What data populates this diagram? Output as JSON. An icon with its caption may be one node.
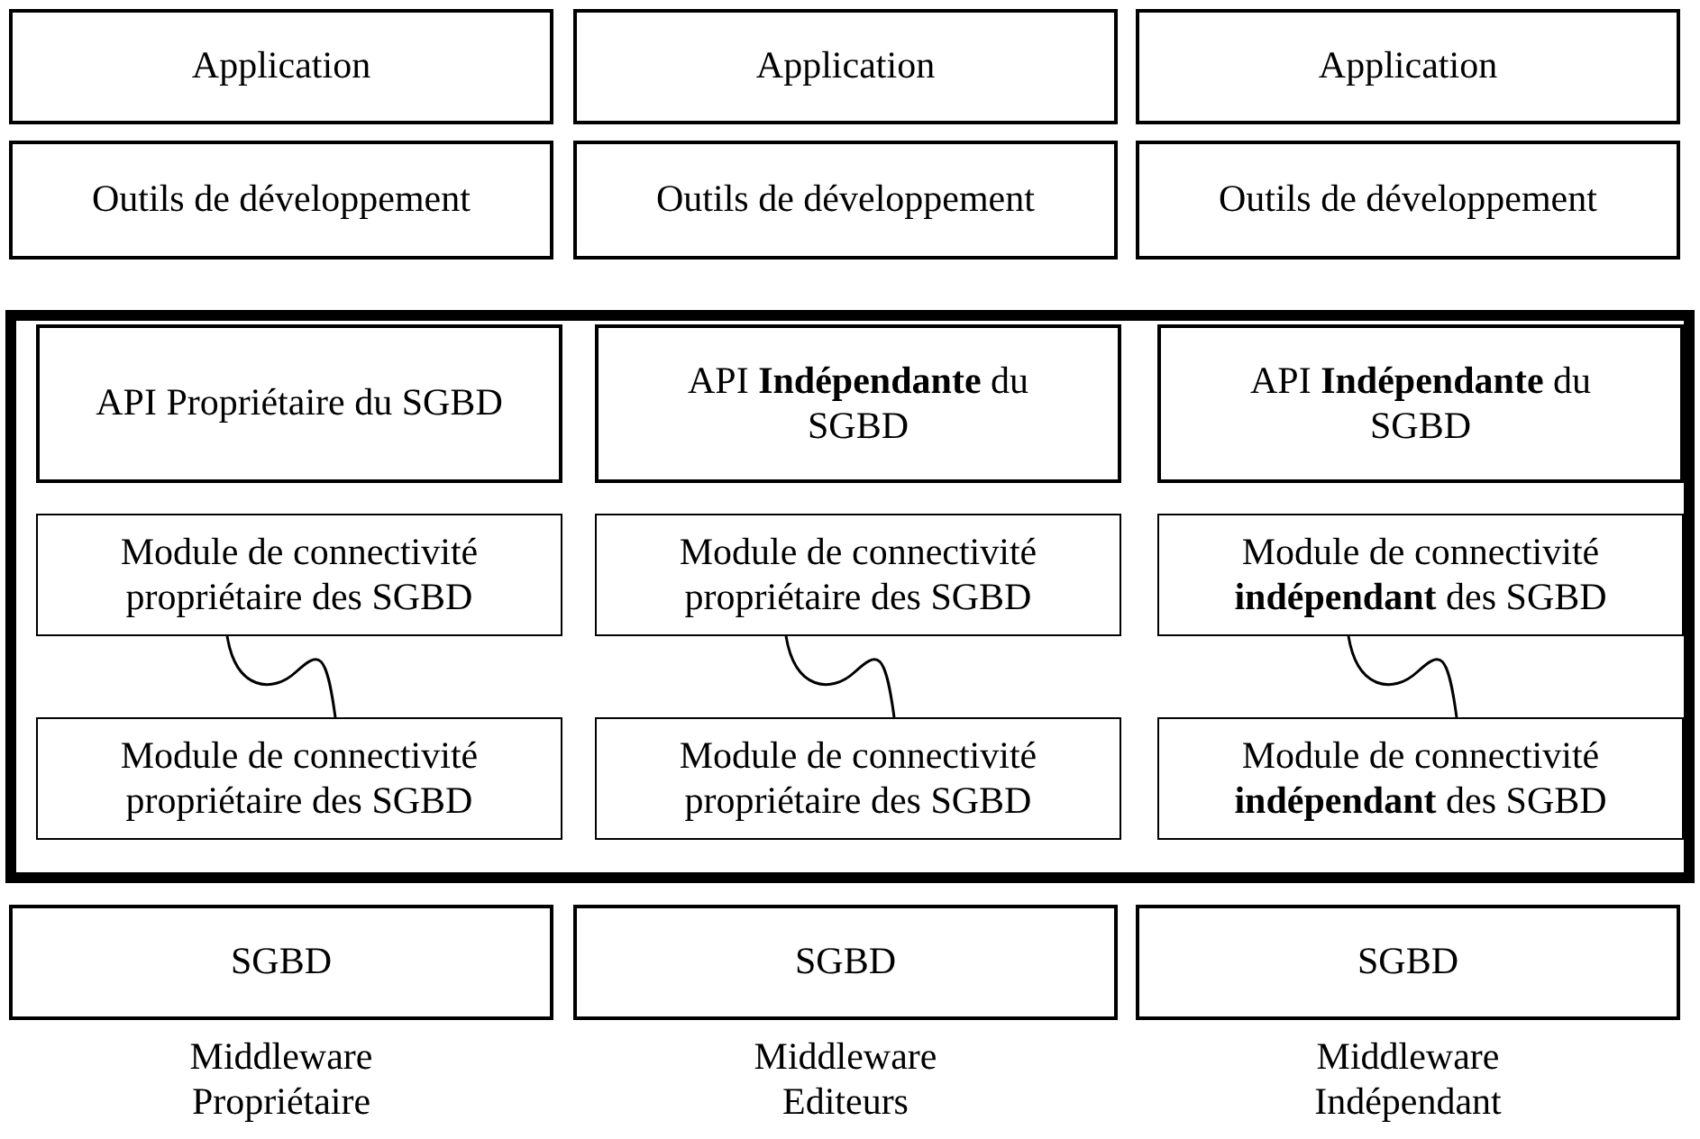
{
  "diagram": {
    "nodes": [
      {
        "text": [
          "Application"
        ]
      },
      {
        "text": [
          "Application"
        ]
      },
      {
        "text": [
          "Application"
        ]
      },
      {
        "text": [
          "Outils de développement"
        ]
      },
      {
        "text": [
          "Outils de développement"
        ]
      },
      {
        "text": [
          "Outils de développement"
        ]
      },
      {
        "text": [],
        "shape": "box"
      },
      {
        "text": [
          "API Propriétaire du SGBD"
        ],
        "in": 6
      },
      {
        "text": [
          "API **Indépendante** du SGBD"
        ],
        "in": 6
      },
      {
        "text": [
          "API **Indépendante** du SGBD"
        ],
        "in": 6
      },
      {
        "text": [
          "Module de connectivité propriétaire des SGBD"
        ],
        "in": 6
      },
      {
        "text": [
          "Module de connectivité propriétaire des SGBD"
        ],
        "in": 6
      },
      {
        "text": [
          "Module de connectivité **indépendant** des SGBD"
        ],
        "in": 6
      },
      {
        "text": [
          "Module de connectivité propriétaire des SGBD"
        ],
        "in": 6
      },
      {
        "text": [
          "Module de connectivité propriétaire des SGBD"
        ],
        "in": 6
      },
      {
        "text": [
          "Module de connectivité **indépendant** des SGBD"
        ],
        "in": 6
      },
      {
        "text": [
          "SGBD"
        ],
        "beside": [
          "Middleware Propriétaire"
        ]
      },
      {
        "text": [
          "SGBD"
        ],
        "beside": [
          "Middleware Editeurs"
        ]
      },
      {
        "text": [
          "SGBD"
        ],
        "beside": [
          "Middleware Indépendant"
        ]
      }
    ],
    "edges": [
      {
        "from": 10,
        "to": 13,
        "arrow": "none"
      },
      {
        "from": 11,
        "to": 14,
        "arrow": "none"
      },
      {
        "from": 12,
        "to": 15,
        "arrow": "none"
      }
    ]
  }
}
